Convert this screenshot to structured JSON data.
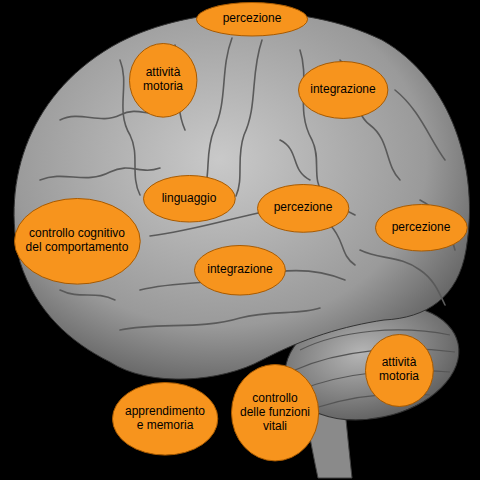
{
  "diagram": {
    "nodes": [
      {
        "text": [
          "percezione"
        ]
      },
      {
        "text": [
          "attività motoria"
        ]
      },
      {
        "text": [
          "integrazione"
        ]
      },
      {
        "text": [
          "linguaggio"
        ]
      },
      {
        "text": [
          "percezione"
        ]
      },
      {
        "text": [
          "percezione"
        ]
      },
      {
        "text": [
          "controllo cognitivo del comportamento"
        ]
      },
      {
        "text": [
          "integrazione"
        ]
      },
      {
        "text": [
          "attività motoria"
        ]
      },
      {
        "text": [
          "apprendimento e memoria"
        ]
      },
      {
        "text": [
          "controllo delle funzioni vitali"
        ]
      }
    ]
  }
}
